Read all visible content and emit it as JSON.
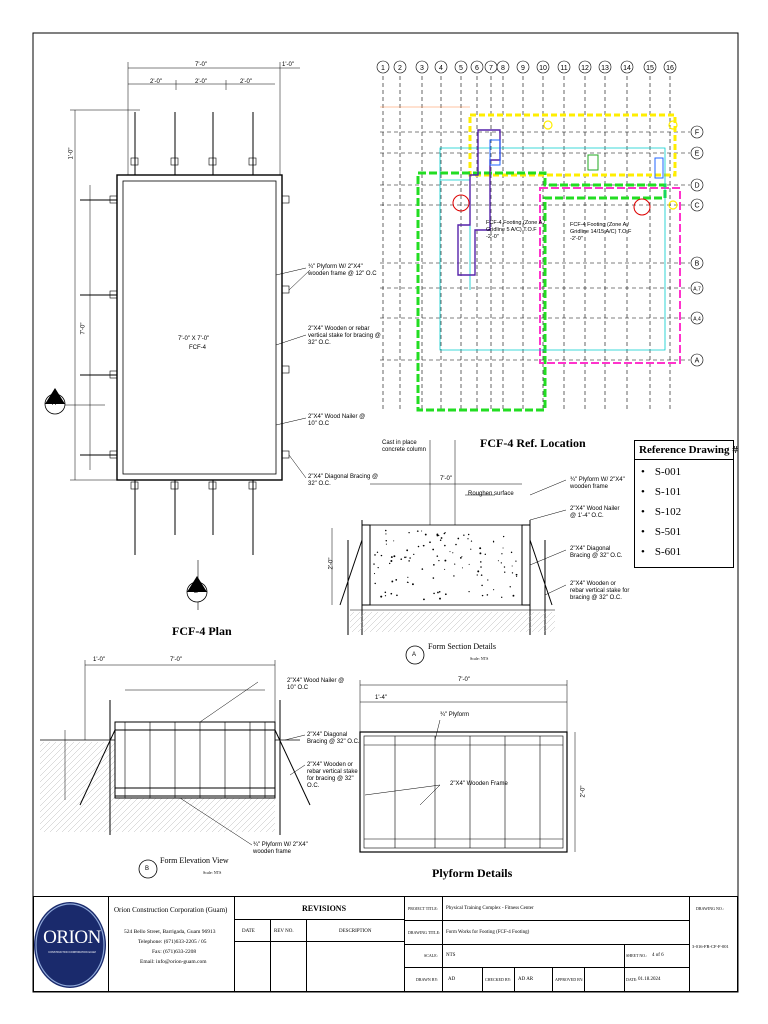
{
  "plan": {
    "title": "FCF-4 Plan",
    "center_label_1": "7'-0\" X 7'-0\"",
    "center_label_2": "FCF-4",
    "dim_top": "7'-0\"",
    "dim_top_right": "1'-0\"",
    "dim_sub": [
      "2'-0\"",
      "2'-0\"",
      "2'-0\""
    ],
    "dim_left": "7'-0\"",
    "dim_left_top": "1'-0\"",
    "note_plyform": "¾\" Plyform W/ 2\"X4\" wooden frame @ 12\" O.C",
    "note_stake": "2\"X4\" Wooden or rebar vertical stake for bracing @ 32\" O.C.",
    "note_nailer": "2\"X4\" Wood Nailer @ 10\" O.C",
    "note_bracing": "2\"X4\" Diagonal Bracing @ 32\" O.C.",
    "section_a": "A",
    "section_b": "B"
  },
  "location": {
    "title": "FCF-4 Ref. Location",
    "grid_numbers": [
      "1",
      "2",
      "3",
      "4",
      "5",
      "6",
      "7",
      "8",
      "9",
      "10",
      "11",
      "12",
      "13",
      "14",
      "15",
      "16"
    ],
    "grid_letters": [
      "F",
      "E",
      "D",
      "C",
      "B",
      "A.7",
      "A.4",
      "A"
    ],
    "callout_1": "FCF-4 Footing (Zone A / Gridline 5 A/C) T.O.F -2'-0\"",
    "callout_2": "FCF-4 Footing (Zone A / Gridline 14/15 A/C) T.O.F -2'-0\""
  },
  "reference": {
    "title": "Reference Drawing #",
    "items": [
      "S-001",
      "S-101",
      "S-102",
      "S-501",
      "S-601"
    ]
  },
  "section": {
    "title": "Form Section Details",
    "scale": "Scale: NTS",
    "bubble": "A",
    "note_column": "Cast in place concrete column",
    "note_roughen": "Roughen surface",
    "note_plyform": "¾\" Plyform W/ 2\"X4\" wooden frame",
    "note_nailer": "2\"X4\" Wood Nailer @ 1'-4\" O.C.",
    "note_bracing": "2\"X4\" Diagonal Bracing @ 32\" O.C.",
    "note_stake": "2\"X4\" Wooden or rebar vertical stake for bracing @ 32\" O.C.",
    "dim_top": "7'-0\"",
    "dim_side": "2'-0\""
  },
  "elevation": {
    "title": "Form Elevation View",
    "scale": "Scale: NTS",
    "bubble": "B",
    "dim_top": "7'-0\"",
    "dim_left": "1'-0\"",
    "note_nailer": "2\"X4\" Wood Nailer @ 10\" O.C",
    "note_bracing": "2\"X4\" Diagonal Bracing @ 32\" O.C.",
    "note_stake": "2\"X4\" Wooden or rebar vertical stake for bracing @ 32\" O.C.",
    "note_plyform": "¾\" Plyform W/ 2\"X4\" wooden frame"
  },
  "plyform": {
    "title": "Plyform Details",
    "dim_top": "7'-0\"",
    "dim_sub": "1'-4\"",
    "dim_side": "2'-0\"",
    "note_plyform": "¾\" Plyform",
    "note_frame": "2\"X4\" Wooden Frame"
  },
  "titleblock": {
    "logo": "ORION",
    "logo_sub": "CONSTRUCTION CORPORATION GUAM",
    "company": "Orion Construction Corporation (Guam)",
    "address": "524 Bello Street, Barrigada, Guam 96913",
    "telephone": "Telephone: (671)633-2205 / 05",
    "fax": "Fax: (671)633-2208",
    "email": "Email: info@orion-guam.com",
    "revisions": "REVISIONS",
    "col_date": "DATE",
    "col_rev": "REV NO.",
    "col_desc": "DESCRIPTION",
    "project_label": "PROJECT TITLE:",
    "project_value": "Physical Training Complex - Fitness Center",
    "drawing_label": "DRAWING TITLE:",
    "drawing_value": "Form Works for Footing (FCF-4 Footing)",
    "scale_label": "SCALE:",
    "scale_value": "NTS",
    "sheet_label": "SHEET NO.:",
    "sheet_value": "4 of 6",
    "drawn_label": "DRAWN BY:",
    "drawn_value": "AD",
    "checked_label": "CHECKED BY:",
    "checked_value": "AD AR",
    "approved_label": "APPROVED BY:",
    "date_label": "DATE:",
    "date_value": "01.18.2024",
    "drawing_no_label": "DRAWING NO.:",
    "drawing_no_value": "3-016-FR-CF-F-001"
  },
  "colors": {
    "green": "#22dd22",
    "magenta": "#ff33cc",
    "yellow": "#ffee00",
    "cyan": "#00cccc",
    "blue": "#2266ff",
    "purple": "#5522aa",
    "red": "#dd0000",
    "navy": "#1a2a6c"
  }
}
